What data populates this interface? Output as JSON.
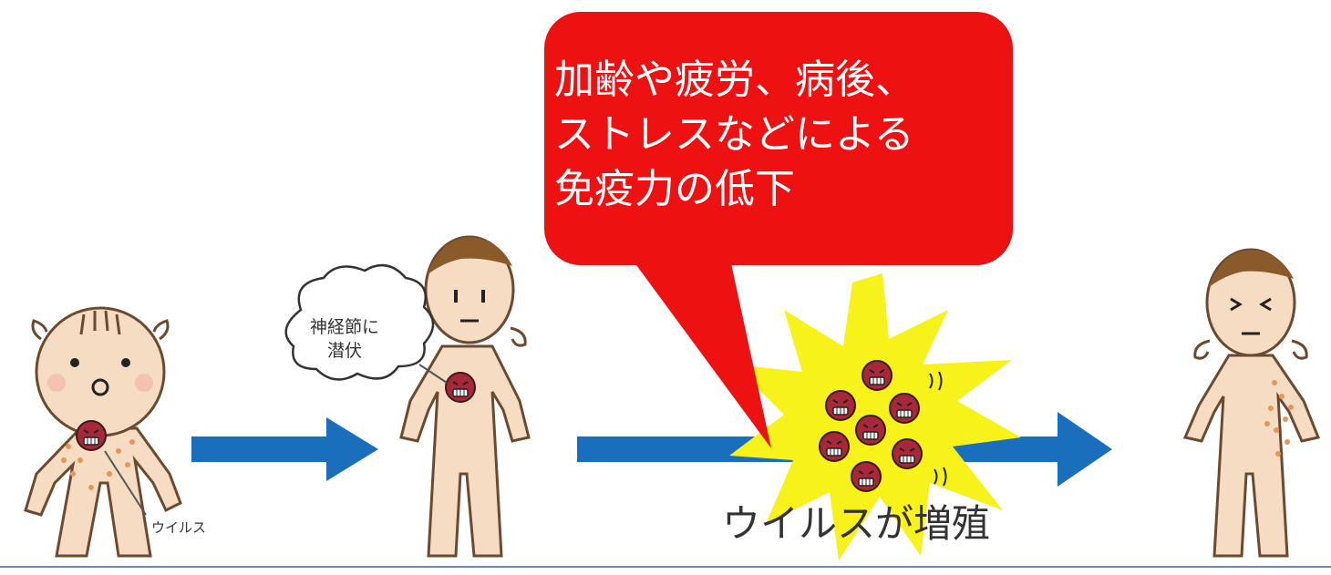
{
  "callout": {
    "text": "加齢や疲労、病後、\nストレスなどによる\n免疫力の低下",
    "fill": "#ee1111"
  },
  "labels": {
    "latent": "神経節に\n潜伏",
    "virus": "ウイルス",
    "proliferation": "ウイルスが増殖"
  },
  "colors": {
    "arrow": "#1a6fbd",
    "burst": "#f6f21a",
    "skin": "#f7dcc4",
    "hair": "#8a5a2b",
    "virus": "#a8283a",
    "rash": "#e8955a"
  }
}
